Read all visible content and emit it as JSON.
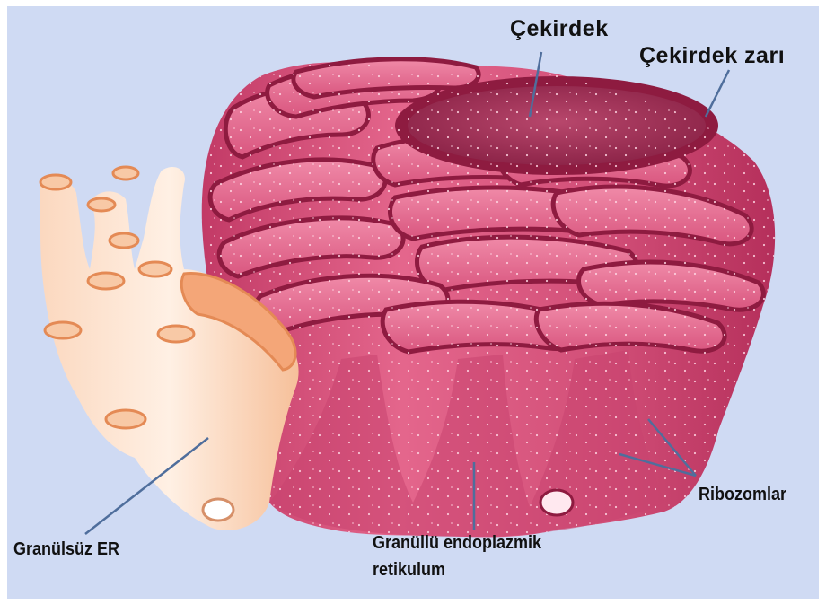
{
  "labels": {
    "nucleus": "Çekirdek",
    "nuclear_envelope": "Çekirdek zarı",
    "smooth_er": "Granülsüz ER",
    "rough_er_line1": "Granüllü endoplazmik",
    "rough_er_line2": "retikulum",
    "ribosomes": "Ribozomlar"
  },
  "colors": {
    "background": "#cfdaf3",
    "rough_er_light": "#e25d85",
    "rough_er_dark": "#8e1b40",
    "nucleus": "#a93a5e",
    "smooth_er_light": "#fde6d3",
    "smooth_er_dark": "#e48a55",
    "leader_line": "#4f6e9c"
  }
}
